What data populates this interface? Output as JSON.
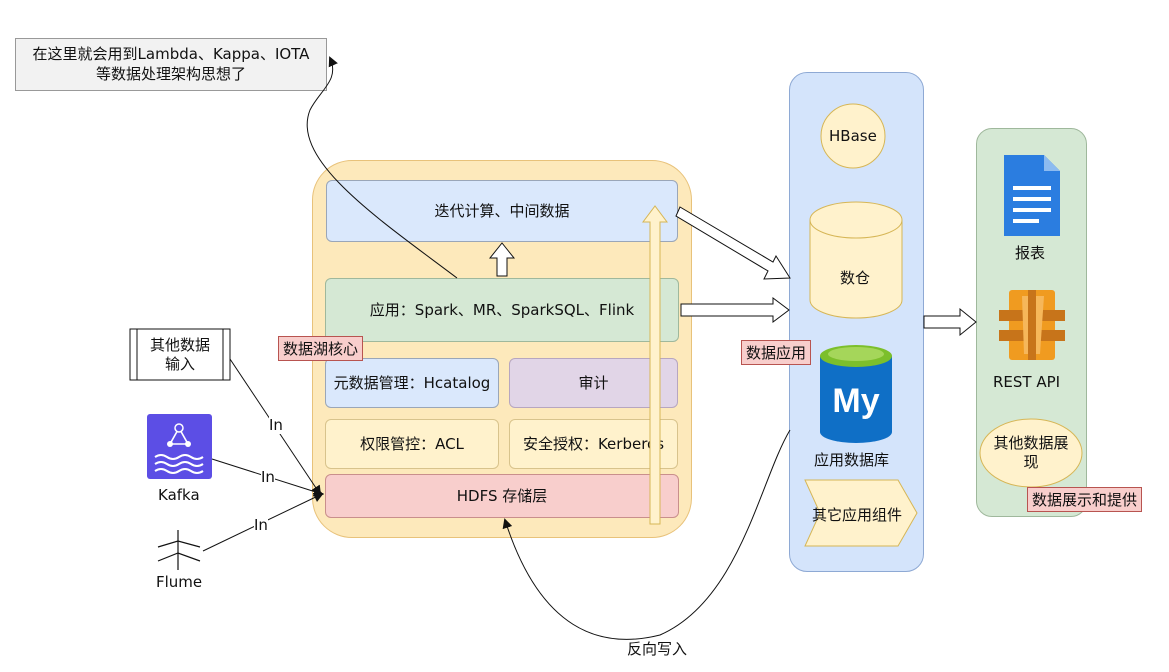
{
  "note": {
    "line1": "在这里就会用到Lambda、Kappa、IOTA",
    "line2": "等数据处理架构思想了"
  },
  "core": {
    "iterative": "迭代计算、中间数据",
    "apps": "应用：Spark、MR、SparkSQL、Flink",
    "metadata": "元数据管理：Hcatalog",
    "audit": "审计",
    "acl": "权限管控：ACL",
    "kerberos": "安全授权：Kerberos",
    "hdfs": "HDFS 存储层",
    "tag": "数据湖核心"
  },
  "inputs": {
    "other_line1": "其他数据",
    "other_line2": "输入",
    "kafka": "Kafka",
    "flume": "Flume",
    "in_label": "In"
  },
  "app_layer": {
    "hbase": "HBase",
    "warehouse": "数仓",
    "mysql_logo": "My",
    "app_db": "应用数据库",
    "other_components": "其它应用组件",
    "tag": "数据应用"
  },
  "display": {
    "report": "报表",
    "rest_api": "REST API",
    "other_line1": "其他数据展",
    "other_line2": "现",
    "tag": "数据展示和提供"
  },
  "reverse_write": "反向写入",
  "colors": {
    "core_bg": "#fde9bb",
    "core_border": "#e8c27a",
    "blue_box": "#dae8fc",
    "green_box": "#d5e8d4",
    "purple_box": "#e1d5e7",
    "yellow_box": "#fff2cc",
    "red_box": "#f8cecc",
    "app_panel": "#d4e4fb",
    "display_panel": "#d5e8d4",
    "note_bg": "#f2f2f2",
    "kafka": "#5c4ee5",
    "doc_blue": "#2b7de0",
    "rest_orange": "#f09b20",
    "mysql_blue": "#0f6fc6",
    "mysql_green": "#7cbf2b"
  },
  "icons": {
    "report": "document-icon",
    "rest_api": "api-gateway-icon",
    "kafka": "kafka-icon",
    "flume": "flume-icon",
    "mysql": "mysql-database-icon"
  }
}
